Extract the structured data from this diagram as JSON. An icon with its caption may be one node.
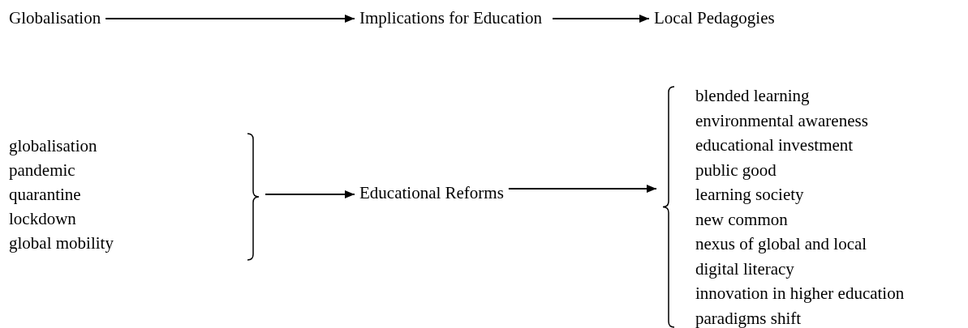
{
  "diagram": {
    "nodes": [
      {
        "text": [
          "Globalisation"
        ]
      },
      {
        "text": [
          "Implications for Education"
        ]
      },
      {
        "text": [
          "Local Pedagogies"
        ]
      },
      {
        "text": [
          "globalisation",
          "pandemic",
          "quarantine",
          "lockdown",
          "global mobility"
        ]
      },
      {
        "text": [
          "Educational Reforms"
        ]
      },
      {
        "text": [
          "blended learning",
          "environmental awareness",
          "educational investment",
          "public good",
          "learning society",
          "new common",
          "nexus of global and local",
          "digital literacy",
          "innovation in higher education",
          "paradigms shift"
        ]
      }
    ],
    "edges": [
      {
        "from": 0,
        "to": 1,
        "arrow": "to"
      },
      {
        "from": 1,
        "to": 2,
        "arrow": "to"
      },
      {
        "from": 3,
        "to": 4,
        "arrow": "to"
      },
      {
        "from": 4,
        "to": 5,
        "arrow": "to"
      }
    ]
  }
}
